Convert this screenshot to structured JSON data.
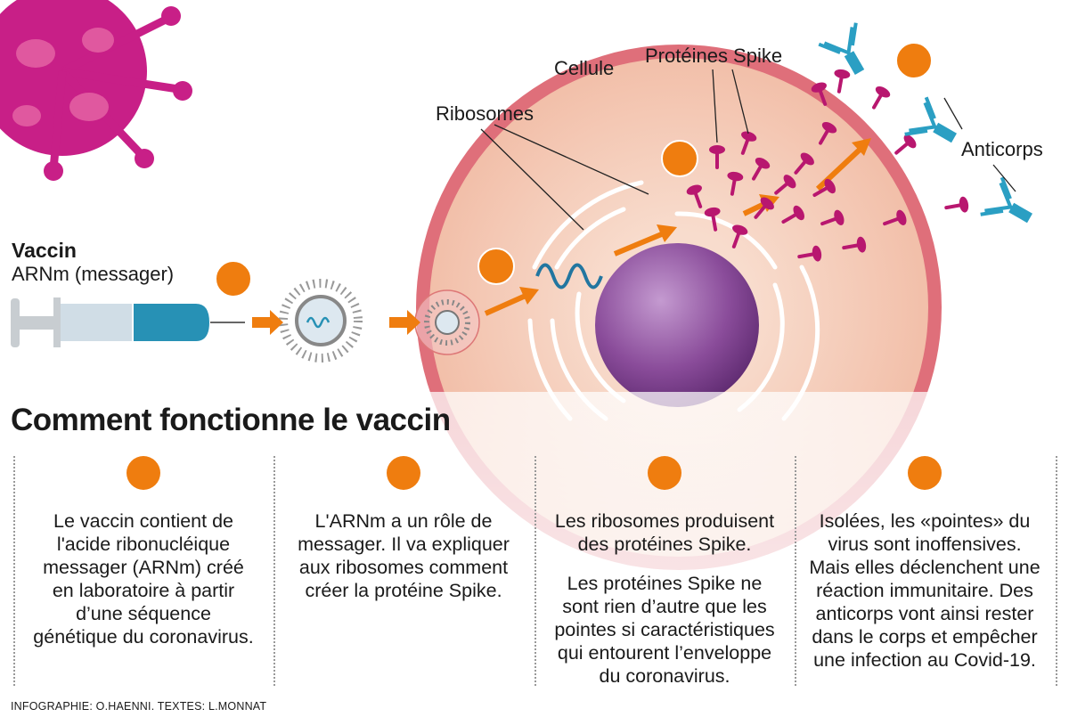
{
  "labels": {
    "vaccin_title": "Vaccin",
    "vaccin_sub": "ARNm (messager)",
    "cellule": "Cellule",
    "ribosomes": "Ribosomes",
    "proteines": "Protéines Spike",
    "anticorps": "Anticorps"
  },
  "title": "Comment fonctionne le vaccin",
  "steps": [
    {
      "paragraphs": [
        "Le vaccin contient de l'acide ribonucléique messager (ARNm) créé en laboratoire à partir d’une séquence génétique du coronavirus."
      ]
    },
    {
      "paragraphs": [
        "L'ARNm a un rôle de messager. Il va expliquer aux ribosomes comment créer la protéine Spike."
      ]
    },
    {
      "paragraphs": [
        "Les ribosomes produisent des protéines Spike.",
        "Les protéines Spike ne sont rien d’autre que les pointes si caractéristiques qui entourent l’enveloppe du coronavirus."
      ]
    },
    {
      "paragraphs": [
        "Isolées, les «pointes» du virus sont inoffensives. Mais elles déclenchent une réaction immunitaire. Des anticorps vont ainsi rester dans le corps et empêcher une infection au Covid-19."
      ]
    }
  ],
  "credit": "INFOGRAPHIE: O.HAENNI. TEXTES: L.MONNAT",
  "colors": {
    "orange": "#ef7d0f",
    "magenta": "#b8176f",
    "cyan": "#2b9fc3",
    "membrane": "#df6f7a",
    "cytoplasm": "#f4c7b4",
    "nucleus": "#7b3f8c"
  }
}
